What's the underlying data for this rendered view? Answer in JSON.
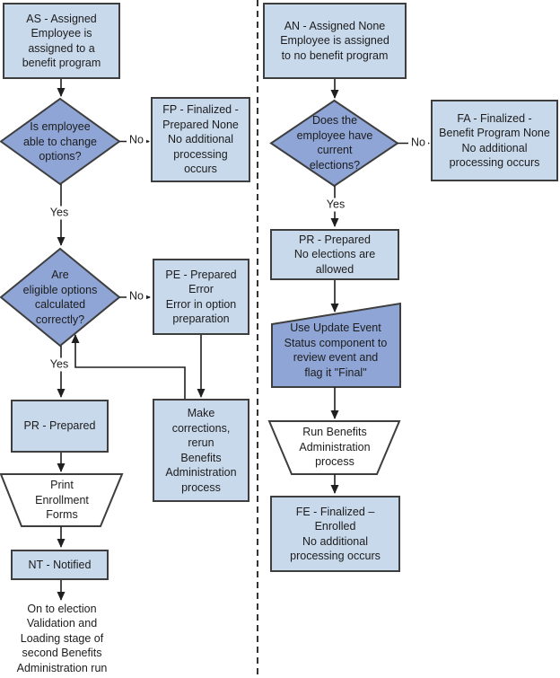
{
  "colors": {
    "box_fill": "#c9d9ec",
    "accent_fill": "#8fa5d6",
    "white_fill": "#ffffff",
    "border": "#3e3e3e",
    "line": "#1f1f1f",
    "text": "#1c1c1c",
    "divider": "#333333",
    "background": "#ffffff"
  },
  "labels": {
    "yes": "Yes",
    "no": "No"
  },
  "left": {
    "as_box": "AS - Assigned\nEmployee is\nassigned to a\nbenefit program",
    "decision_change": "Is employee\nable to change\noptions?",
    "fp_box": "FP - Finalized -\nPrepared None\nNo additional\nprocessing\noccurs",
    "decision_options": "Are\neligible options\ncalculated\ncorrectly?",
    "pe_box": "PE - Prepared\nError\nError in option\npreparation",
    "make_box": "Make\ncorrections,\nrerun\nBenefits\nAdministration\nprocess",
    "pr_box": "PR - Prepared",
    "print_forms": "Print\nEnrollment\nForms",
    "nt_box": "NT - Notified",
    "end_note": "On to election\nValidation and\nLoading stage of\nsecond Benefits\nAdministration run"
  },
  "right": {
    "an_box": "AN - Assigned None\nEmployee is assigned\nto no benefit program",
    "decision_elections": "Does the\nemployee have\ncurrent\nelections?",
    "fa_box": "FA - Finalized -\nBenefit Program None\nNo additional\nprocessing occurs",
    "pr_box": "PR - Prepared\nNo elections are\nallowed",
    "update_event": "Use Update Event\nStatus component to\nreview event and\nflag it \"Final\"",
    "run_process": "Run Benefits\nAdministration\nprocess",
    "fe_box": "FE - Finalized –\nEnrolled\nNo additional\nprocessing occurs"
  }
}
